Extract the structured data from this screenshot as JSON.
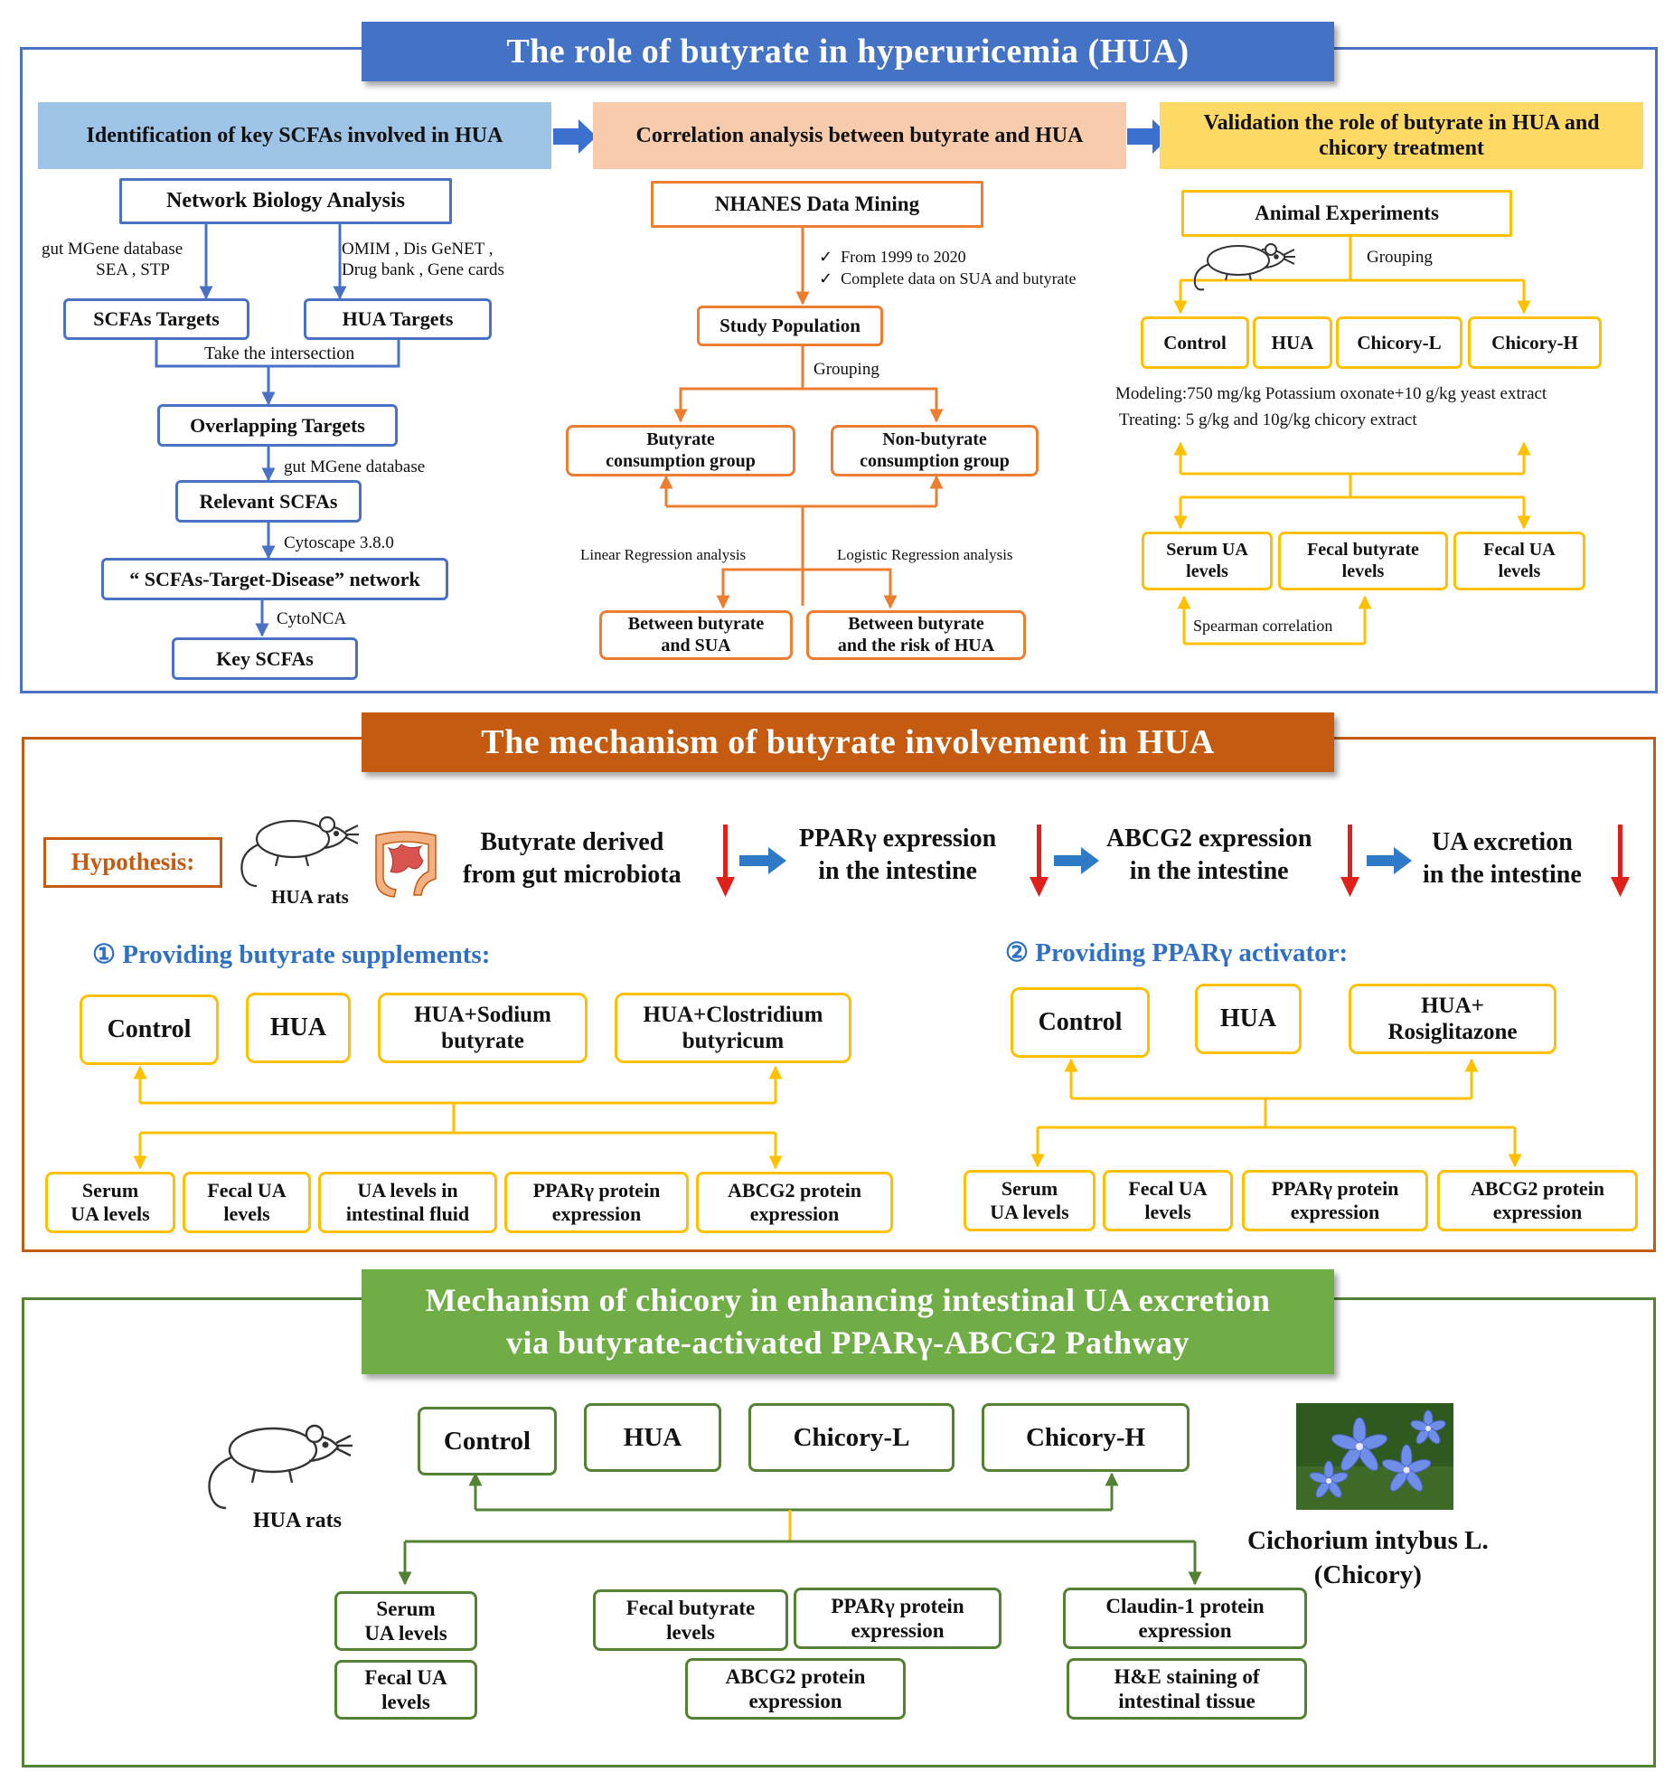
{
  "section1": {
    "title": "The role of butyrate in hyperuricemia (HUA)",
    "col1": {
      "header": "Identification of key SCFAs involved in HUA",
      "network": "Network Biology Analysis",
      "left_src": [
        "gut MGene database",
        "SEA , STP"
      ],
      "right_src": [
        "OMIM , Dis GeNET ,",
        "Drug bank , Gene cards"
      ],
      "scfa_targets": "SCFAs Targets",
      "hua_targets": "HUA Targets",
      "intersection": "Take the intersection",
      "overlapping": "Overlapping Targets",
      "gut_db": "gut MGene database",
      "relevant": "Relevant SCFAs",
      "cytoscape": "Cytoscape 3.8.0",
      "network_box": "“ SCFAs-Target-Disease” network",
      "cytonca": "CytoNCA",
      "key": "Key SCFAs"
    },
    "col2": {
      "header": "Correlation analysis between butyrate and HUA",
      "nhanes": "NHANES  Data Mining",
      "check1": "From 1999 to 2020",
      "check2": "Complete data on SUA and butyrate",
      "study": "Study Population",
      "grouping": "Grouping",
      "butyrate_group": [
        "Butyrate",
        "consumption group"
      ],
      "non_butyrate_group": [
        "Non-butyrate",
        "consumption group"
      ],
      "linear": "Linear Regression analysis",
      "logistic": "Logistic Regression analysis",
      "sua": [
        "Between butyrate",
        "and SUA"
      ],
      "risk": [
        "Between butyrate",
        "and the risk of HUA"
      ]
    },
    "col3": {
      "header": [
        "Validation the role of butyrate in HUA and",
        "chicory treatment"
      ],
      "animal": "Animal Experiments",
      "grouping": "Grouping",
      "groups": [
        "Control",
        "HUA",
        "Chicory-L",
        "Chicory-H"
      ],
      "modeling": "Modeling:750 mg/kg Potassium oxonate+10 g/kg yeast extract",
      "treating": "Treating: 5 g/kg  and 10g/kg chicory extract",
      "serum": [
        "Serum UA",
        "levels"
      ],
      "fecal_butyrate": [
        "Fecal butyrate",
        "levels"
      ],
      "fecal_ua": [
        "Fecal UA",
        "levels"
      ],
      "spearman": "Spearman correlation"
    }
  },
  "section2": {
    "title": "The mechanism of butyrate involvement in HUA",
    "hypothesis": "Hypothesis:",
    "hua_rats": "HUA rats",
    "chain": [
      [
        "Butyrate derived",
        "from gut microbiota"
      ],
      [
        "PPARγ expression",
        "in the intestine"
      ],
      [
        "ABCG2 expression",
        "in the intestine"
      ],
      [
        "UA excretion",
        "in the intestine"
      ]
    ],
    "sub1": "①  Providing butyrate supplements:",
    "sub2": "②  Providing PPARγ activator:",
    "groups1": [
      "Control",
      "HUA",
      "HUA+Sodium|butyrate",
      "HUA+Clostridium|butyricum"
    ],
    "outcomes1": [
      "Serum|UA levels",
      "Fecal UA|levels",
      "UA levels in|intestinal fluid",
      "PPARγ protein|expression",
      "ABCG2 protein|expression"
    ],
    "groups2": [
      "Control",
      "HUA",
      "HUA+|Rosiglitazone"
    ],
    "outcomes2": [
      "Serum|UA levels",
      "Fecal UA|levels",
      "PPARγ protein|expression",
      "ABCG2 protein|expression"
    ]
  },
  "section3": {
    "title": [
      "Mechanism of chicory in enhancing intestinal UA excretion",
      "via butyrate-activated PPARγ-ABCG2 Pathway"
    ],
    "hua_rats": "HUA rats",
    "groups": [
      "Control",
      "HUA",
      "Chicory-L",
      "Chicory-H"
    ],
    "plant_name": [
      "Cichorium intybus L.",
      "(Chicory)"
    ],
    "outcomes": [
      "Serum|UA levels",
      "Fecal UA|levels",
      "Fecal butyrate|levels",
      "PPARγ protein|expression",
      "ABCG2 protein|expression",
      "Claudin-1 protein|expression",
      "H&E staining of|intestinal tissue"
    ]
  },
  "colors": {
    "blue": "#4a72c4",
    "orange": "#ed7d31",
    "yellow": "#ffc000",
    "green": "#548235",
    "banner_blue": "#4472c4",
    "banner_orange": "#c55a11",
    "banner_green": "#70ad47",
    "sub_blue": "#2f6fc4",
    "down_red": "#e0201b",
    "right_blue": "#2e7ac7"
  },
  "icons": [
    "rat-icon",
    "intestine-icon",
    "chicory-flower-photo",
    "check-icon",
    "down-arrow-icon",
    "right-arrow-icon"
  ]
}
